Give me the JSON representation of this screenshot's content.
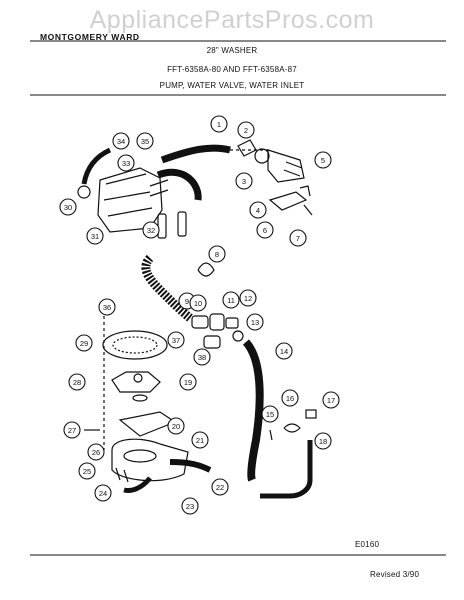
{
  "header": {
    "brand": "MONTGOMERY WARD",
    "line1": "28\" WASHER",
    "line2": "FFT-6358A-80 AND FFT-6358A-87",
    "line3": "PUMP, WATER VALVE, WATER INLET"
  },
  "watermark": "AppliancePartsPros.com",
  "footer": {
    "code": "E0160",
    "revised": "Revised 3/90"
  },
  "callouts": [
    "1",
    "2",
    "3",
    "4",
    "5",
    "6",
    "7",
    "8",
    "9",
    "10",
    "11",
    "12",
    "13",
    "14",
    "15",
    "16",
    "17",
    "18",
    "19",
    "20",
    "21",
    "22",
    "23",
    "24",
    "25",
    "26",
    "27",
    "28",
    "29",
    "30",
    "31",
    "32",
    "33",
    "34",
    "35",
    "36",
    "37",
    "38"
  ],
  "colors": {
    "line": "#111111",
    "watermark": "#aaaaaa"
  }
}
